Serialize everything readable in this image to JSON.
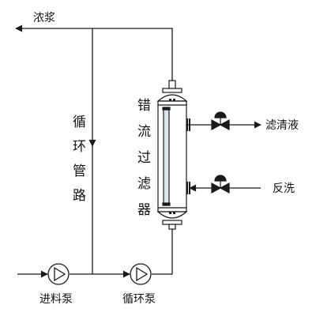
{
  "diagram": {
    "labels": {
      "slurry": "浓浆",
      "filtrate": "滤清液",
      "backwash": "反洗",
      "feed_pump": "进料泵",
      "circulation_pump": "循环泵"
    },
    "vertical_labels": {
      "circulation_pipe": [
        "循",
        "环",
        "管",
        "路"
      ],
      "filter": [
        "错",
        "流",
        "过",
        "滤",
        "器"
      ]
    },
    "colors": {
      "line": "#1a1a1a",
      "glass": "#dde6f0"
    },
    "icons": [
      "arrow-icon",
      "pump-icon",
      "valve-icon",
      "actuator-icon",
      "filter-vessel-icon",
      "flange-icon"
    ]
  }
}
